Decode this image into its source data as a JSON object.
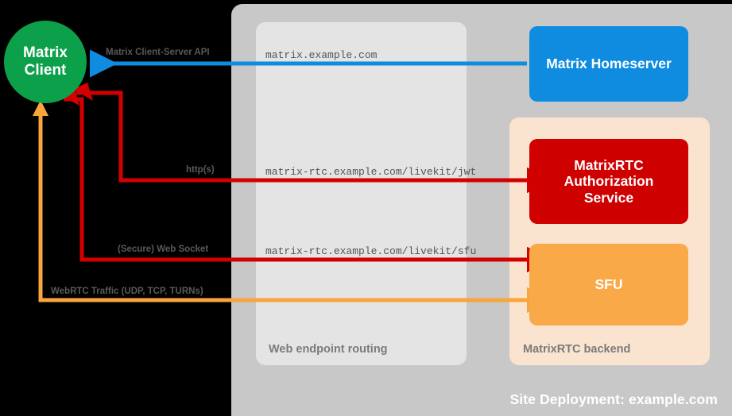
{
  "diagram": {
    "title": "Site Deployment: example.com",
    "colors": {
      "background": "#000000",
      "site_panel": "#c8c8c8",
      "routing_panel": "#e4e4e4",
      "backend_panel": "#fbe4cf",
      "client_green": "#0da04a",
      "homeserver_blue": "#0f8ce0",
      "auth_red": "#ce0000",
      "sfu_orange": "#f9a947",
      "arrow_blue": "#0f8ce0",
      "arrow_red": "#d40000",
      "arrow_orange": "#f7a63c"
    }
  },
  "nodes": {
    "client": {
      "label": "Matrix\nClient",
      "line1": "Matrix",
      "line2": "Client"
    },
    "homeserver": {
      "label": "Matrix Homeserver"
    },
    "auth_service": {
      "line1": "MatrixRTC",
      "line2": "Authorization",
      "line3": "Service"
    },
    "sfu": {
      "label": "SFU"
    }
  },
  "containers": {
    "site": {
      "label": "Site Deployment: example.com"
    },
    "routing": {
      "label": "Web endpoint routing"
    },
    "backend": {
      "label": "MatrixRTC backend"
    }
  },
  "connections": [
    {
      "id": "cs-api",
      "protocol_label": "Matrix Client-Server API",
      "url": "matrix.example.com",
      "color": "#0f8ce0",
      "from": "homeserver",
      "to": "client"
    },
    {
      "id": "jwt",
      "protocol_label": "http(s)",
      "url": "matrix-rtc.example.com/livekit/jwt",
      "color": "#d40000",
      "from": "client",
      "to": "auth_service"
    },
    {
      "id": "websocket",
      "protocol_label": "(Secure) Web Socket",
      "url": "matrix-rtc.example.com/livekit/sfu",
      "color": "#d40000",
      "from": "client",
      "to": "sfu"
    },
    {
      "id": "webrtc",
      "protocol_label": "WebRTC Traffic (UDP, TCP, TURNs)",
      "url": "",
      "color": "#f7a63c",
      "from": "client",
      "to": "sfu"
    }
  ]
}
